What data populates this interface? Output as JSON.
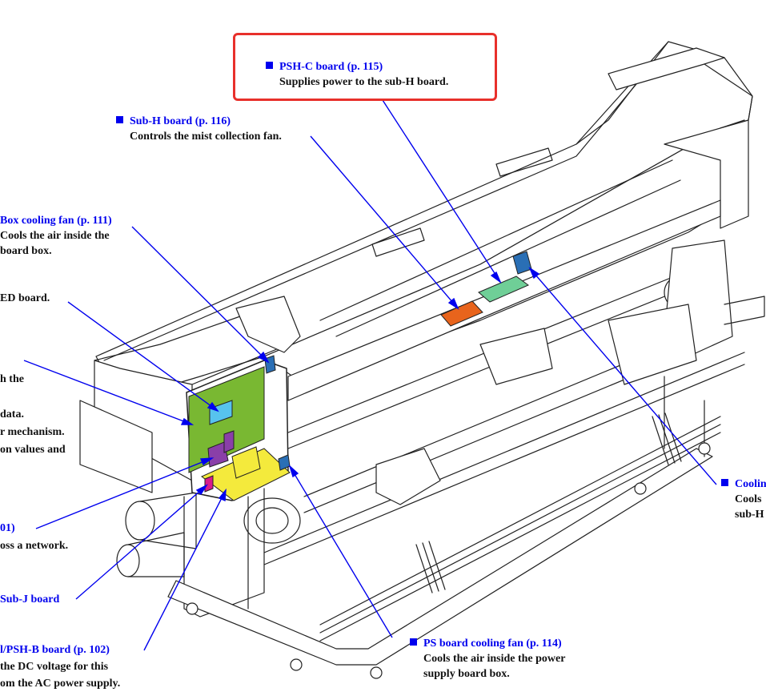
{
  "colors": {
    "callout_blue": "#0000ee",
    "highlight_red": "#e8302b",
    "board_green": "#79b832",
    "board_yellow": "#f4ea3c",
    "board_orange": "#e8641c",
    "board_mint": "#6fcf97",
    "fan_blue": "#2a6fb5",
    "board_purple": "#8a3fa8",
    "board_magenta": "#d81b8c",
    "board_cyan": "#57c3ee"
  },
  "labels": {
    "psh_c": {
      "title": "PSH-C board (p. 115)",
      "desc": [
        "Supplies power to the sub-H board."
      ]
    },
    "sub_h": {
      "title": "Sub-H board (p. 116)",
      "desc": [
        "Controls the mist collection fan."
      ]
    },
    "box_fan": {
      "title": "Box cooling fan (p. 111)",
      "desc": [
        "Cools the air inside the",
        "board box."
      ]
    },
    "led": {
      "title": "",
      "desc": [
        "ED board."
      ]
    },
    "main_board": {
      "title": "",
      "desc": [
        "h the",
        "",
        "data.",
        "r mechanism.",
        "on values and"
      ]
    },
    "network": {
      "title": "01)",
      "desc": [
        "oss a network."
      ]
    },
    "sub_j": {
      "title": "Sub-J board",
      "desc": []
    },
    "psh_b": {
      "title": "l/PSH-B board (p. 102)",
      "desc": [
        "the DC voltage for this",
        "om the AC power supply."
      ]
    },
    "ps_fan": {
      "title": "PS board cooling fan (p. 114)",
      "desc": [
        "Cools the air inside the power",
        "supply board box."
      ]
    },
    "cooling_right": {
      "title": "Coolin",
      "desc": [
        "Cools",
        "sub-H"
      ]
    }
  }
}
